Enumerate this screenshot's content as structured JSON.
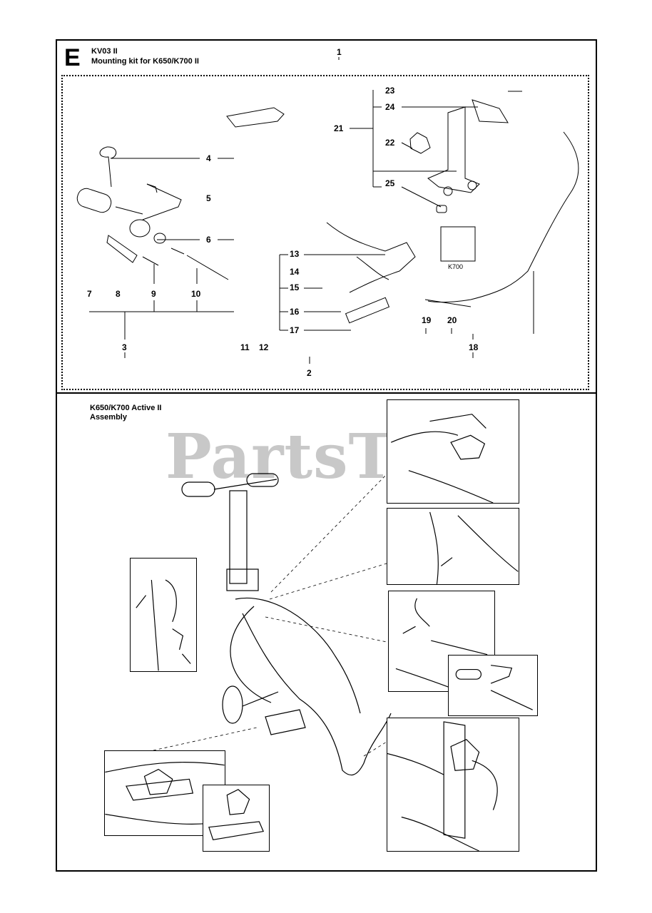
{
  "section_letter": "E",
  "kit": {
    "code": "KV03 II",
    "name": "Mounting kit for K650/K700 II"
  },
  "assembly": {
    "title": "K650/K700 Active II",
    "subtitle": "Assembly"
  },
  "watermark": "PartsTree",
  "inset_label": "K700",
  "part_numbers": {
    "n1": "1",
    "n2": "2",
    "n3": "3",
    "n4": "4",
    "n5": "5",
    "n6": "6",
    "n7": "7",
    "n8": "8",
    "n9": "9",
    "n10": "10",
    "n11": "11",
    "n12": "12",
    "n13": "13",
    "n14": "14",
    "n15": "15",
    "n16": "16",
    "n17": "17",
    "n18": "18",
    "n19": "19",
    "n20": "20",
    "n21": "21",
    "n22": "22",
    "n23": "23",
    "n24": "24",
    "n25": "25"
  }
}
